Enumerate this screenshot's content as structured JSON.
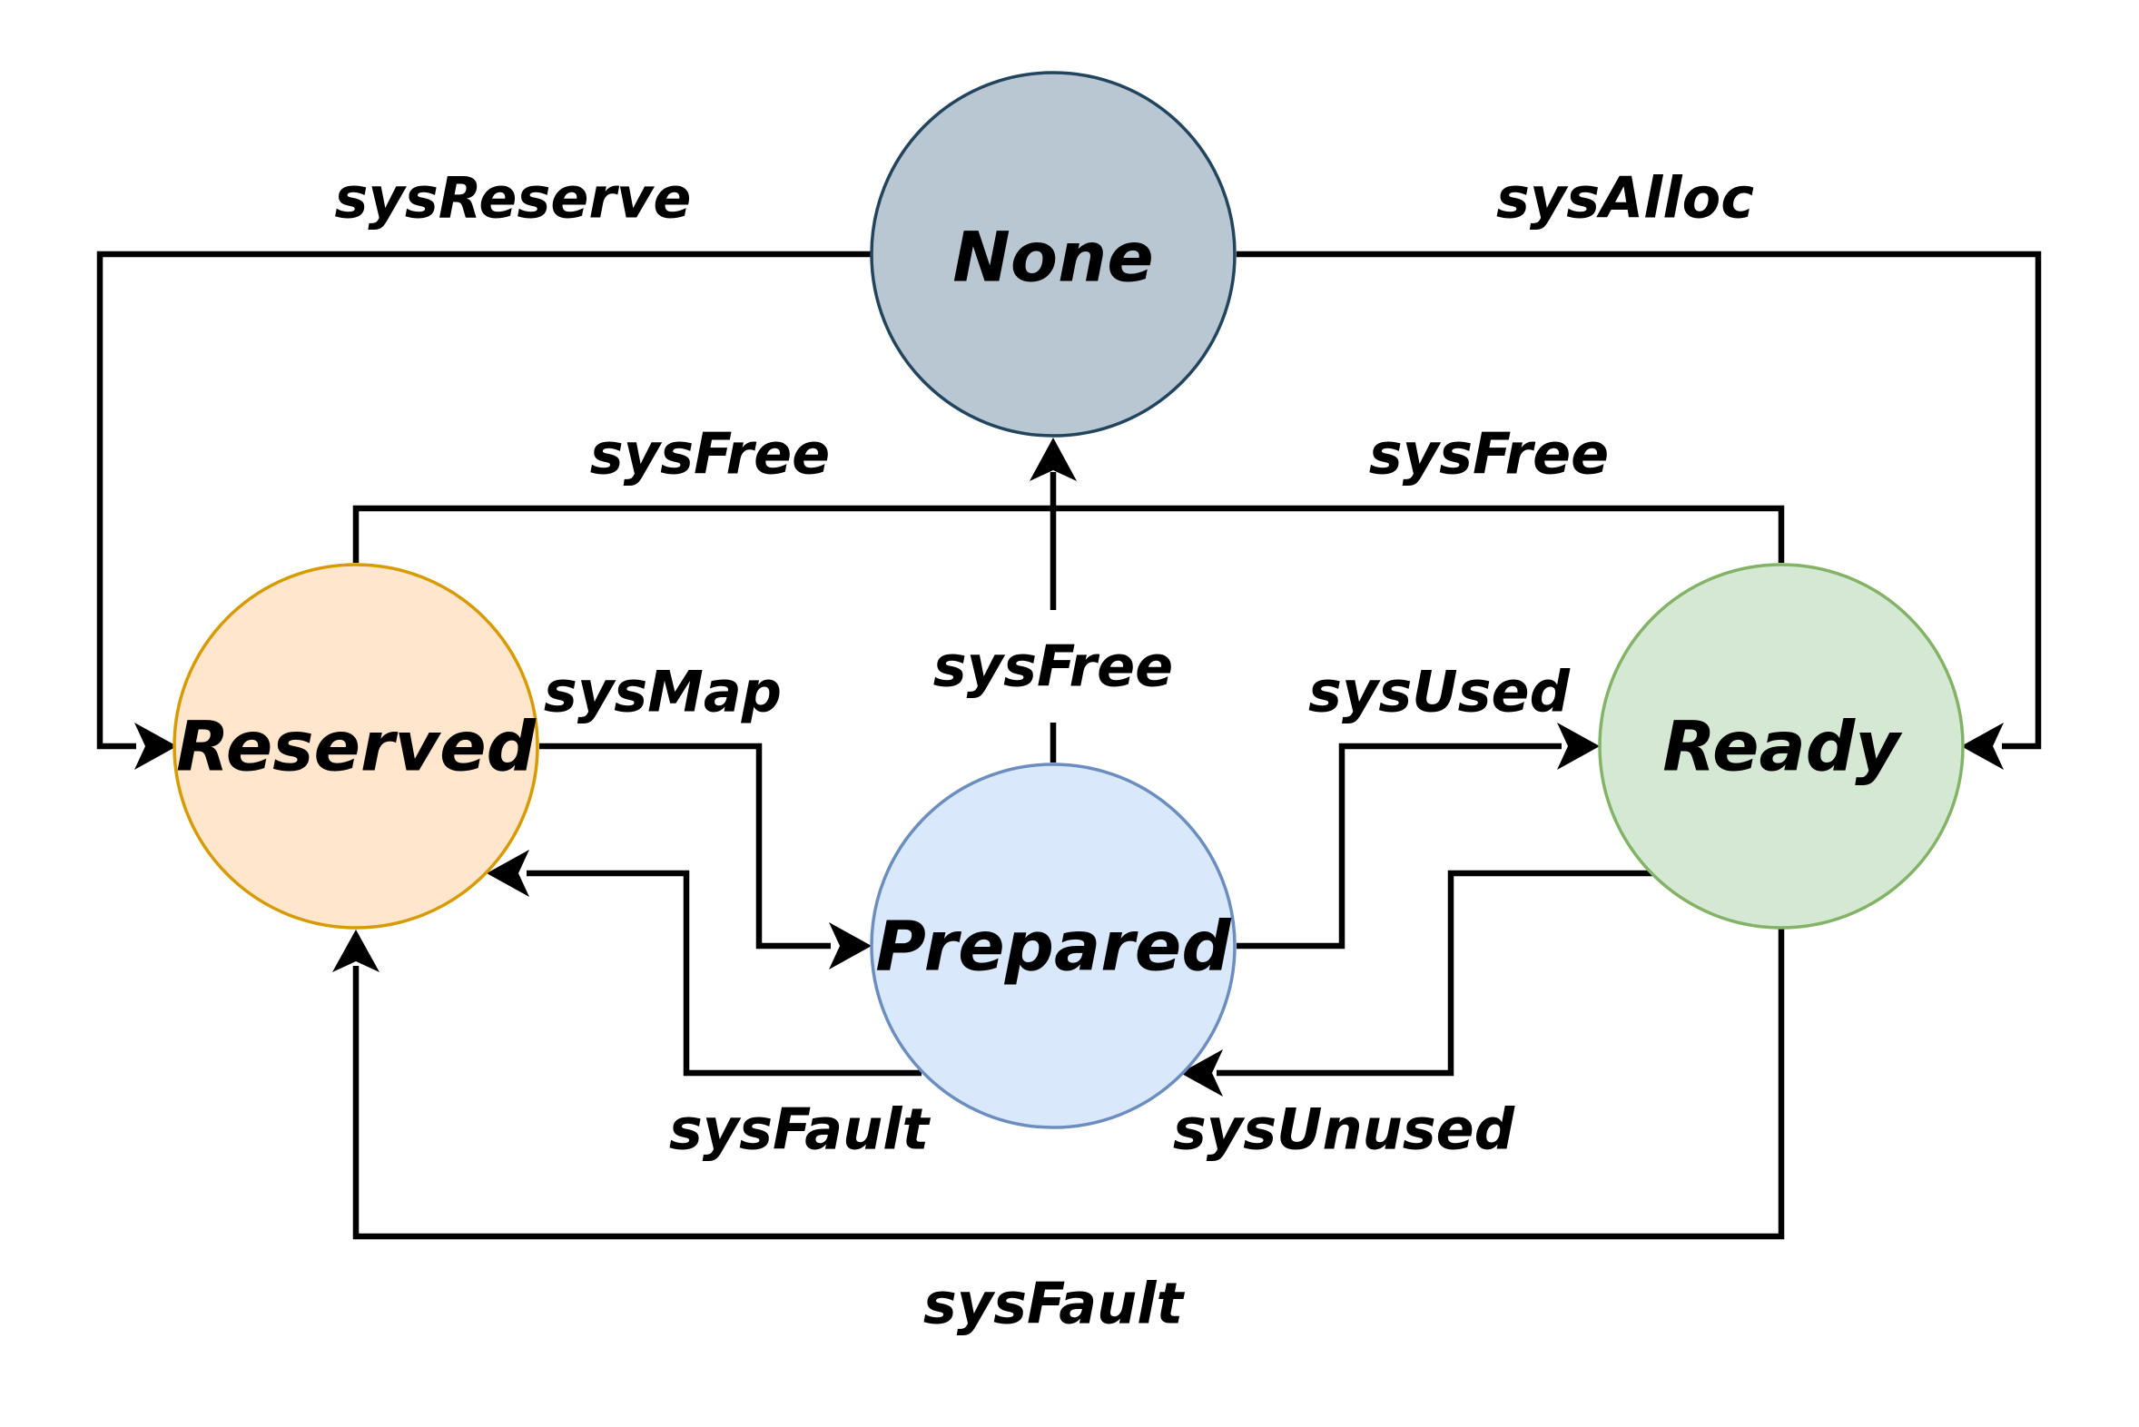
{
  "nodes": {
    "none": {
      "label": "None",
      "fill": "#b9c7d3",
      "stroke": "#23445d"
    },
    "reserved": {
      "label": "Reserved",
      "fill": "#ffe6cc",
      "stroke": "#d79b00"
    },
    "prepared": {
      "label": "Prepared",
      "fill": "#dae8fc",
      "stroke": "#6c8ebf"
    },
    "ready": {
      "label": "Ready",
      "fill": "#d5e8d4",
      "stroke": "#82b366"
    }
  },
  "edges": {
    "sys_reserve": {
      "label": "sysReserve",
      "from": "None",
      "to": "Reserved"
    },
    "sys_alloc": {
      "label": "sysAlloc",
      "from": "None",
      "to": "Ready"
    },
    "sys_free_reserved": {
      "label": "sysFree",
      "from": "Reserved",
      "to": "None"
    },
    "sys_free_ready": {
      "label": "sysFree",
      "from": "Ready",
      "to": "None"
    },
    "sys_free_prepared": {
      "label": "sysFree",
      "from": "Prepared",
      "to": "None"
    },
    "sys_map": {
      "label": "sysMap",
      "from": "Reserved",
      "to": "Prepared"
    },
    "sys_used": {
      "label": "sysUsed",
      "from": "Prepared",
      "to": "Ready"
    },
    "sys_fault_prepared": {
      "label": "sysFault",
      "from": "Prepared",
      "to": "Reserved"
    },
    "sys_unused": {
      "label": "sysUnused",
      "from": "Ready",
      "to": "Prepared"
    },
    "sys_fault_ready": {
      "label": "sysFault",
      "from": "Ready",
      "to": "Reserved"
    }
  },
  "colors": {
    "edge": "#000000",
    "background": "#ffffff"
  }
}
